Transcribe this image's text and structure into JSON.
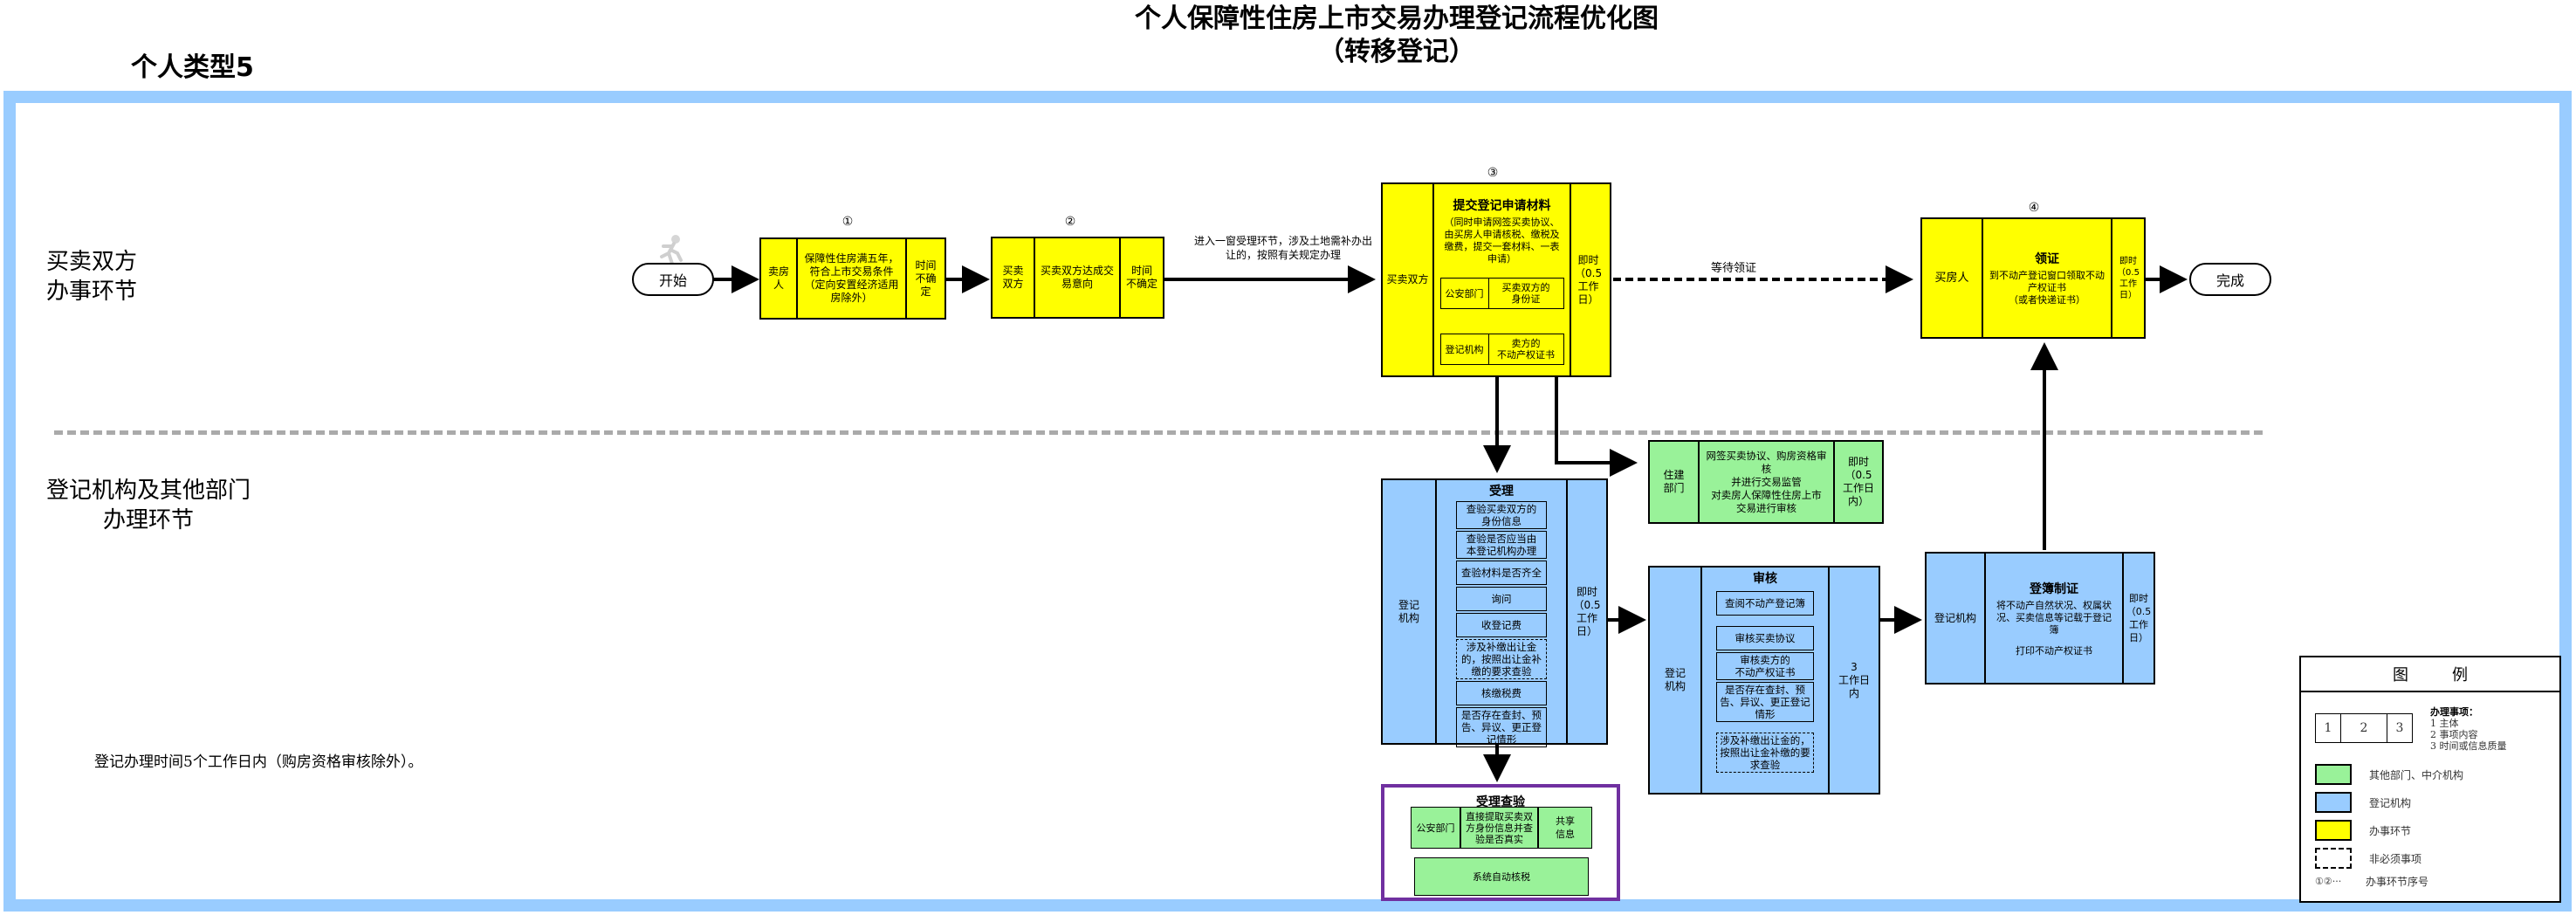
{
  "header": {
    "title_line1": "个人保障性住房上市交易办理登记流程优化图",
    "title_line2": "（转移登记）",
    "type_label": "个人类型5"
  },
  "lanes": {
    "top": {
      "line1": "买卖双方",
      "line2": "办事环节"
    },
    "bottom": {
      "line1": "登记机构及其他部门",
      "line2": "办理环节"
    }
  },
  "note": "登记办理时间5个工作日内（购房资格审核除外）。",
  "icons": {
    "start_figure": "running-person-icon"
  },
  "terminals": {
    "start": "开始",
    "end": "完成"
  },
  "steps": {
    "s1": {
      "num": "①",
      "subject": "卖房\n人",
      "content": "保障性住房满五年，符合上市交易条件（定向安置经济适用房除外）",
      "time": "时间\n不确定"
    },
    "s2": {
      "num": "②",
      "subject": "买卖\n双方",
      "content": "买卖双方达成交易意向",
      "time": "时间\n不确定"
    },
    "s2_arrow_label": "进入一窗受理环节，涉及土地需补办出让的，按照有关规定办理",
    "s3": {
      "num": "③",
      "subject": "买卖双方",
      "title": "提交登记申请材料",
      "desc": "（同时申请网签买卖协议、由买房人申请核税、缴税及缴费，提交一套材料、一表申请）",
      "rows": [
        {
          "org": "公安部门",
          "item": "买卖双方的\n身份证"
        },
        {
          "org": "登记机构",
          "item": "卖方的\n不动产权证书"
        }
      ],
      "time": "即时\n（0.5\n工作\n日）"
    },
    "wait_label": "等待领证",
    "s4": {
      "num": "④",
      "subject": "买房人",
      "title": "领证",
      "desc": "到不动产登记窗口领取不动产权证书\n（或者快递证书）",
      "time": "即时\n（0.5\n工作\n日）"
    }
  },
  "housing_dept": {
    "subject": "住建\n部门",
    "content": "网签买卖协议、购房资格审核\n并进行交易监管\n对卖房人保障性住房上市\n交易进行审核",
    "time": "即时\n（0.5\n工作日\n内）"
  },
  "acceptance": {
    "subject": "登记\n机构",
    "title": "受理",
    "items": [
      {
        "text": "查验买卖双方的\n身份信息",
        "optional": false
      },
      {
        "text": "查验是否应当由\n本登记机构办理",
        "optional": false
      },
      {
        "text": "查验材料是否齐全",
        "optional": false
      },
      {
        "text": "询问",
        "optional": false
      },
      {
        "text": "收登记费",
        "optional": false
      },
      {
        "text": "涉及补缴出让金的，按照出让金补缴的要求查验",
        "optional": true
      },
      {
        "text": "核缴税费",
        "optional": false
      },
      {
        "text": "是否存在查封、预告、异议、更正登记情形",
        "optional": false
      }
    ],
    "time": "即时\n（0.5\n工作\n日）"
  },
  "verification": {
    "title": "受理查验",
    "row1": {
      "org": "公安部门",
      "content": "直接提取买卖双方身份信息并查验是否真实",
      "note": "共享\n信息"
    },
    "row2": "系统自动核税"
  },
  "review": {
    "subject": "登记\n机构",
    "title": "审核",
    "items": [
      {
        "text": "查阅不动产登记簿",
        "optional": false
      },
      {
        "text": "审核买卖协议",
        "optional": false
      },
      {
        "text": "审核卖方的\n不动产权证书",
        "optional": false
      },
      {
        "text": "是否存在查封、预告、异议、更正登记情形",
        "optional": false
      },
      {
        "text": "涉及补缴出让金的，按照出让金补缴的要求查验",
        "optional": true
      }
    ],
    "time": "3\n工作日\n内"
  },
  "registration": {
    "subject": "登记机构",
    "title": "登簿制证",
    "desc": "将不动产自然状况、权属状况、买卖信息等记载于登记簿",
    "desc2": "打印不动产权证书",
    "time": "即时\n（0.5\n工作\n日）"
  },
  "legend": {
    "head_left": "图",
    "head_right": "例",
    "cells": [
      "1",
      "2",
      "3"
    ],
    "items_title": "办理事项：",
    "items": [
      "1  主体",
      "2  事项内容",
      "3  时间或信息质量"
    ],
    "green_label": "其他部门、中介机构",
    "blue_label": "登记机构",
    "yellow_label": "办事环节",
    "dashed_label": "非必须事项",
    "seq_symbol": "①②···",
    "seq_label": "办事环节序号",
    "colors": {
      "green": "#99f299",
      "blue": "#99ccff",
      "yellow": "#ffff00",
      "frame": "#99ccff",
      "purple": "#7030a0"
    }
  }
}
